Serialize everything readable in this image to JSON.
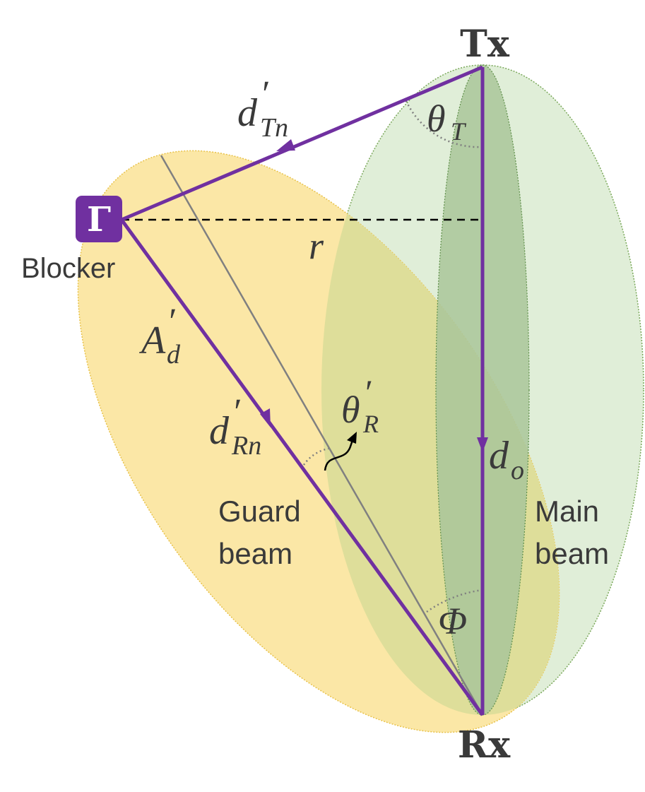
{
  "nodes": {
    "tx": "Tx",
    "rx": "Rx",
    "blocker_symbol": "Γ",
    "blocker_label": "Blocker"
  },
  "beams": {
    "guard_line1": "Guard",
    "guard_line2": "beam",
    "main_line1": "Main",
    "main_line2": "beam"
  },
  "symbols": {
    "d_tn": "d",
    "d_tn_sub": "Tn",
    "theta_t": "θ",
    "theta_t_sub": "T",
    "r": "r",
    "a_d": "A",
    "a_d_sub": "d",
    "d_rn": "d",
    "d_rn_sub": "Rn",
    "theta_r": "θ",
    "theta_r_sub": "R",
    "d_o": "d",
    "d_o_sub": "o",
    "phi": "Φ",
    "prime": "′"
  },
  "colors": {
    "main_beam_fill": "#e0eed8",
    "main_beam_core": "#a9c59a",
    "guard_beam_fill": "#fbe7a6",
    "overlap_fill": "#dede9a",
    "path": "#7030a0",
    "blocker_box": "#7030a0",
    "text": "#3a3a3a"
  }
}
